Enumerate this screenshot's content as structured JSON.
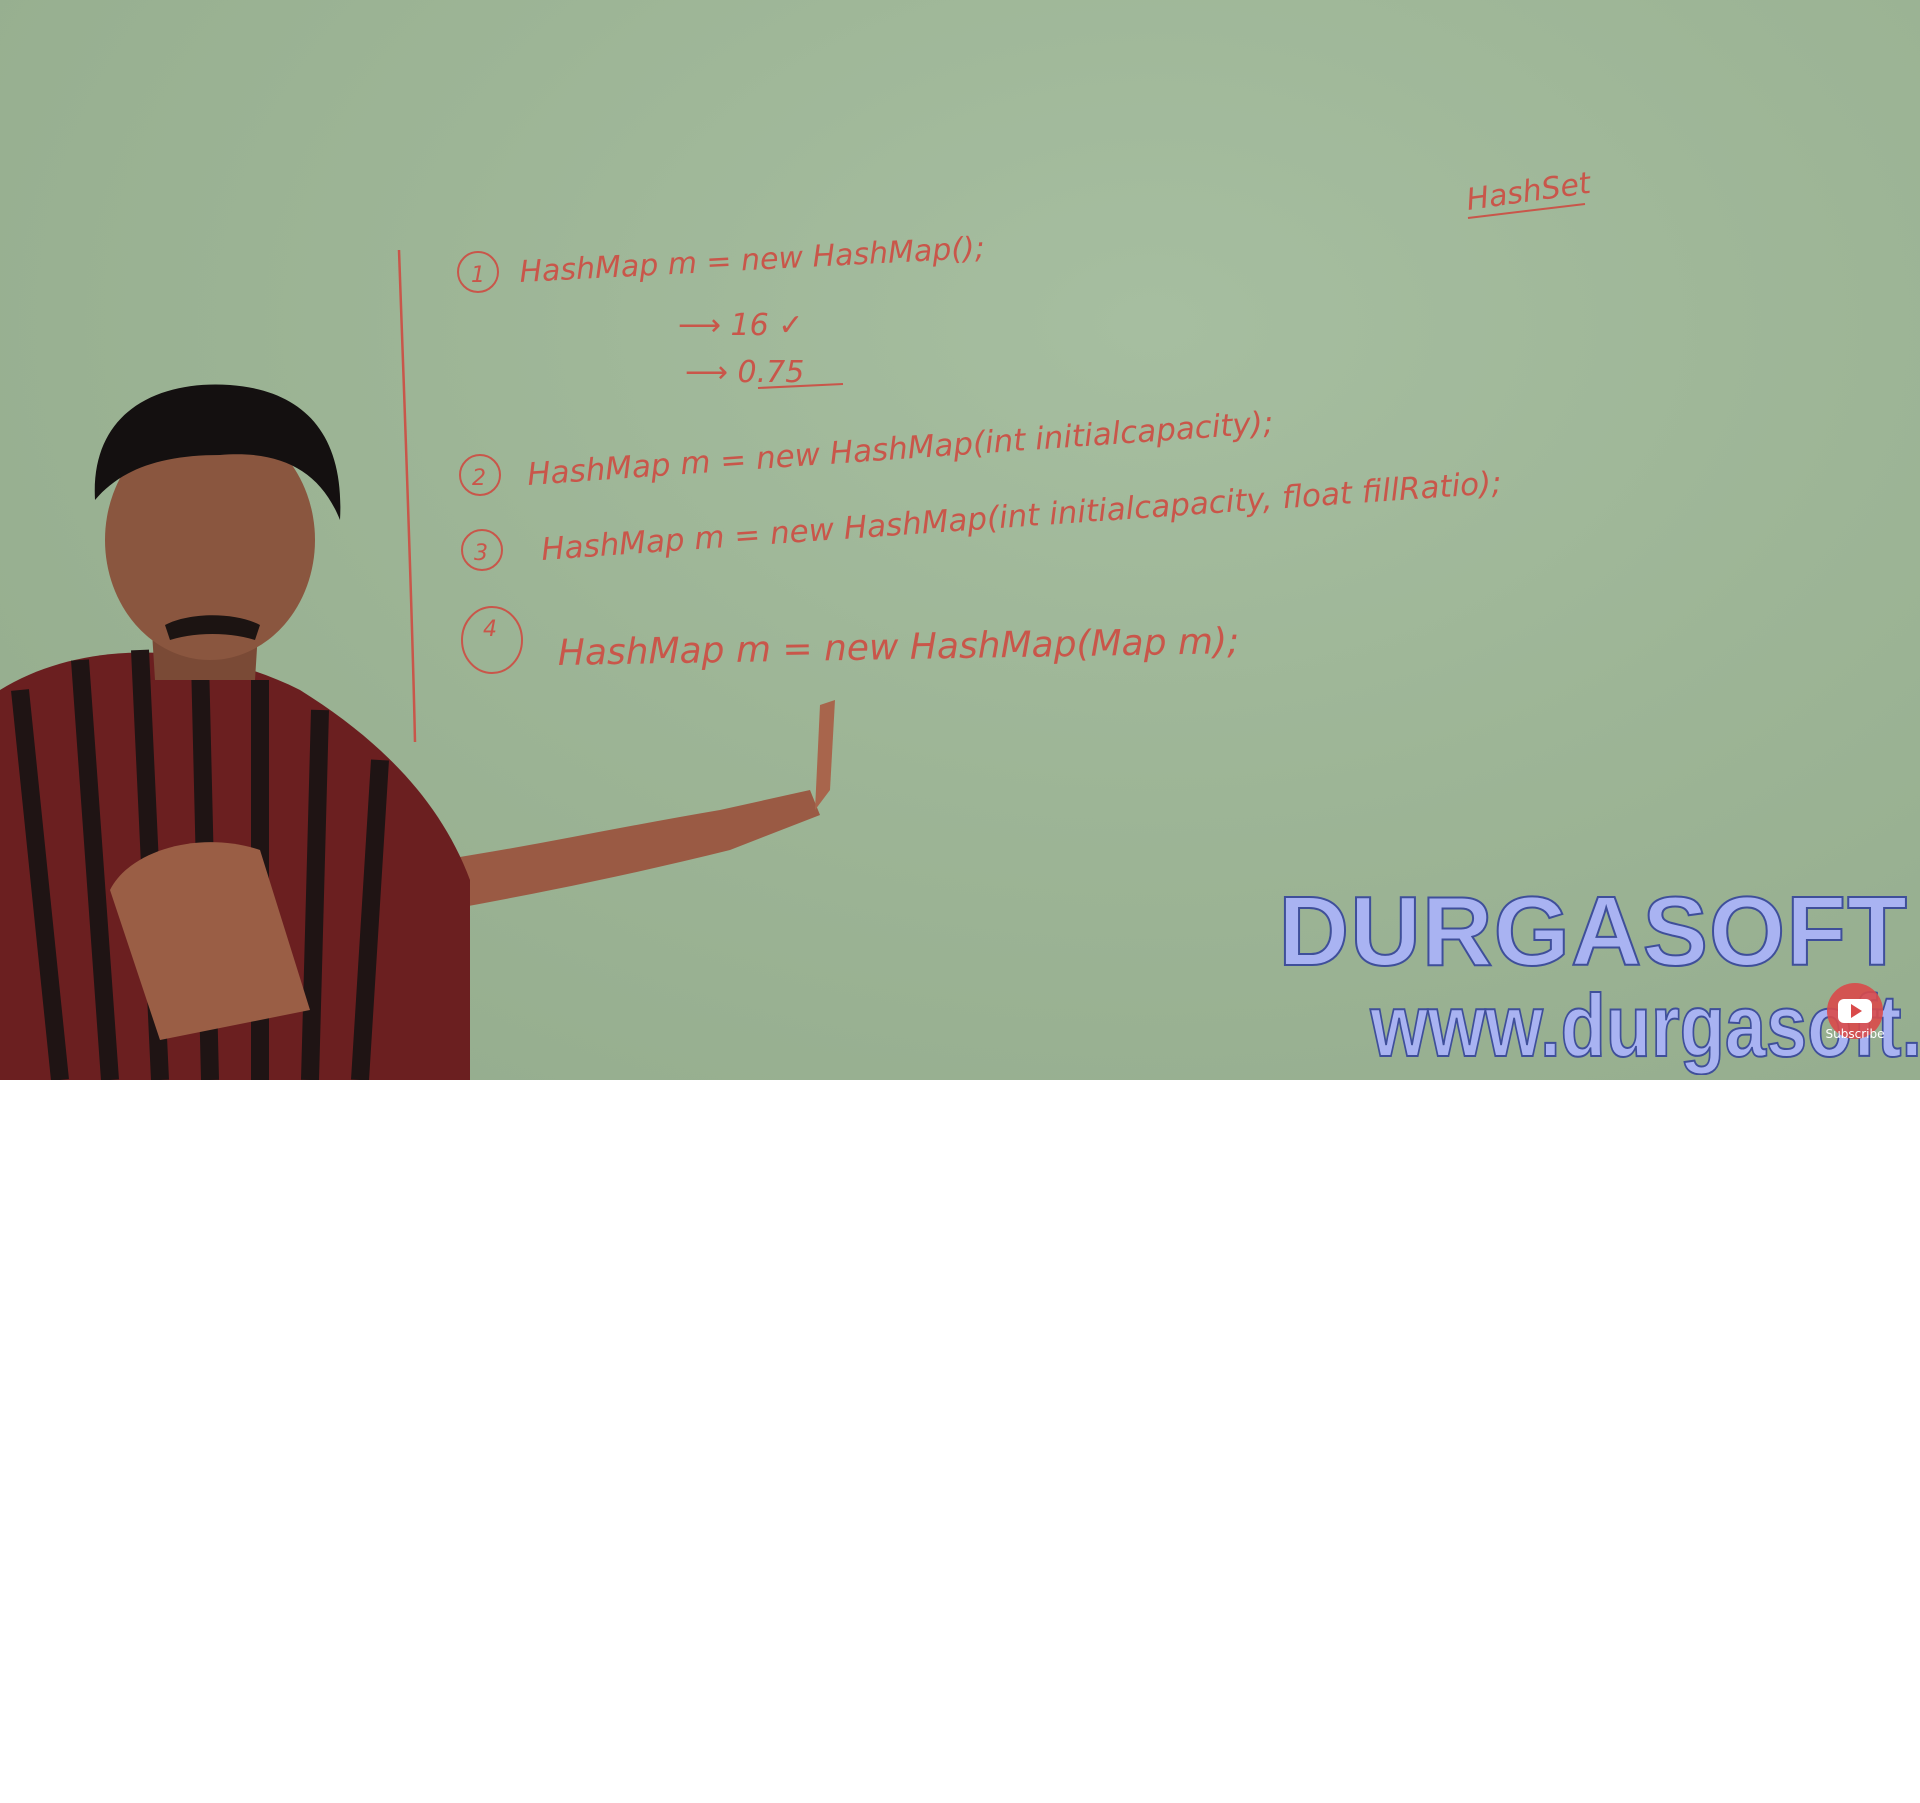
{
  "board": {
    "corner_note": "HashSet",
    "lines": [
      {
        "num": "1",
        "text": "HashMap   m = new   HashMap();"
      },
      {
        "num": "",
        "text": "⟶ 16 ✓"
      },
      {
        "num": "",
        "text": "⟶ 0.75"
      },
      {
        "num": "2",
        "text": "HashMap   m = new   HashMap(int  initialcapacity);"
      },
      {
        "num": "3",
        "text": "HashMap   m = new   HashMap(int  initialcapacity, float  fillRatio);"
      },
      {
        "num": "4",
        "text": "HashMap   m = new   HashMap(Map  m);"
      }
    ]
  },
  "watermark": {
    "name": "DURGASOFT",
    "url": "www.durgasoft.com"
  },
  "subscribe": {
    "label": "Subscribe",
    "icon": "youtube-play-icon"
  },
  "colors": {
    "board": "#9db596",
    "marker": "#c9564a",
    "brand": "#a9b3f2"
  }
}
